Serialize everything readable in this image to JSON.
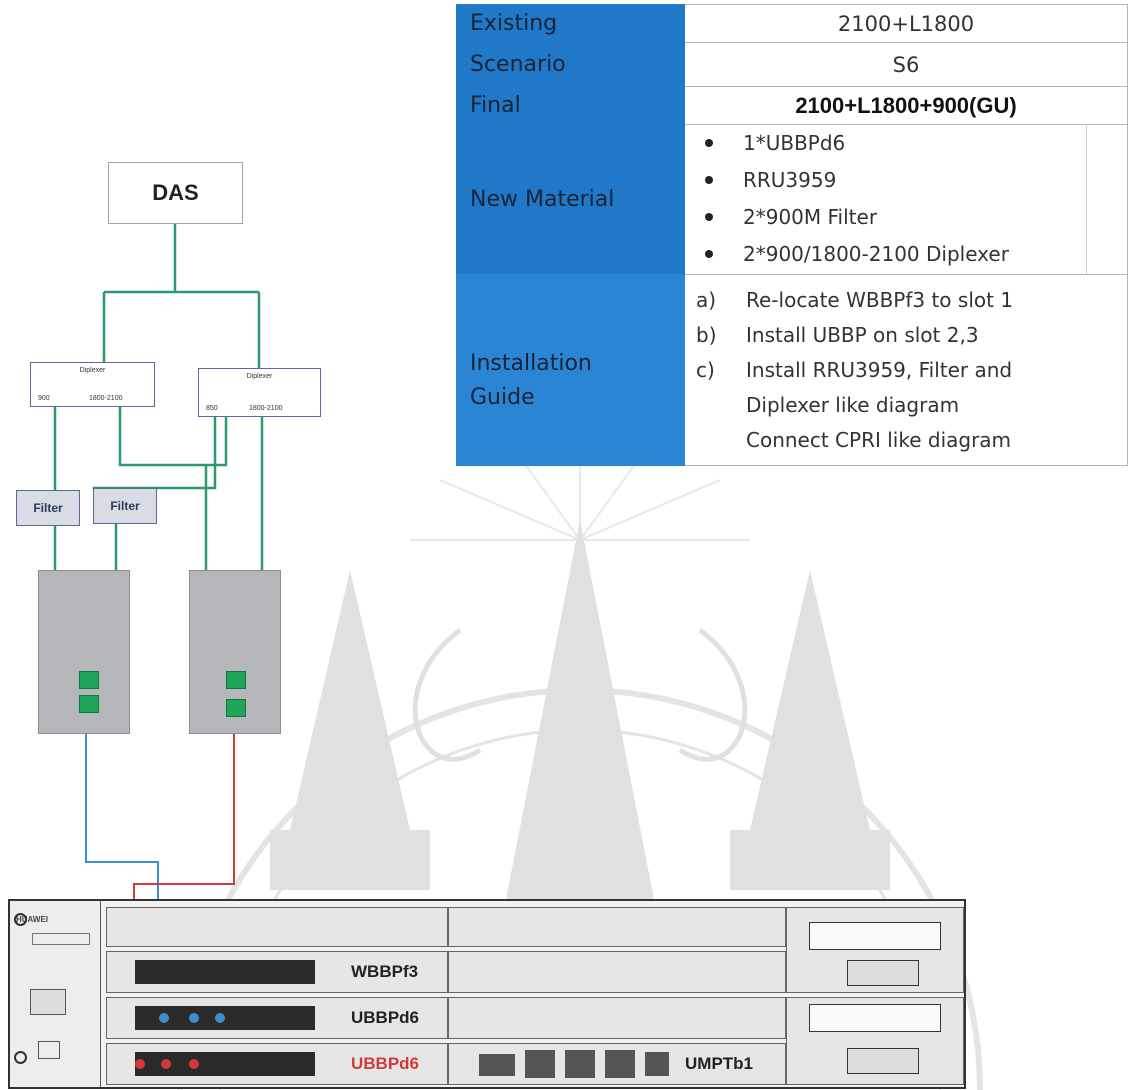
{
  "table": {
    "rows": [
      {
        "label": "Existing",
        "value": "2100+L1800"
      },
      {
        "label": "Scenario",
        "value": "S6"
      },
      {
        "label": "Final",
        "value": "2100+L1800+900(GU)"
      }
    ],
    "new_material": {
      "label": "New Material",
      "items": [
        "1*UBBPd6",
        "RRU3959",
        "2*900M Filter",
        "2*900/1800-2100 Diplexer"
      ]
    },
    "installation_guide": {
      "label": "Installation Guide",
      "items": [
        {
          "marker": "a)",
          "text": "Re-locate WBBPf3 to slot 1"
        },
        {
          "marker": "b)",
          "text": "Install UBBP on slot 2,3"
        },
        {
          "marker": "c)",
          "text": "Install RRU3959, Filter and"
        },
        {
          "marker": "",
          "text": "Diplexer like diagram"
        },
        {
          "marker": "",
          "text": "Connect CPRI like diagram"
        }
      ]
    }
  },
  "diagram": {
    "das_label": "DAS",
    "diplexer_left": {
      "title": "Diplexer",
      "port_a": "900",
      "port_b": "1800-2100"
    },
    "diplexer_right": {
      "title": "Diplexer",
      "port_a": "850",
      "port_b": "1800-2100"
    },
    "filter_labels": [
      "Filter",
      "Filter"
    ]
  },
  "bbu": {
    "brand": "HUAWEI",
    "boards": [
      "WBBPf3",
      "UBBPd6",
      "UBBPd6",
      "UMPTb1"
    ]
  },
  "colors": {
    "table_header": "#1f78c8",
    "green_cable": "#2e9a6a",
    "blue_cable": "#3a8fd0",
    "red_cable": "#d23a3a",
    "port_green": "#1fa55a"
  }
}
